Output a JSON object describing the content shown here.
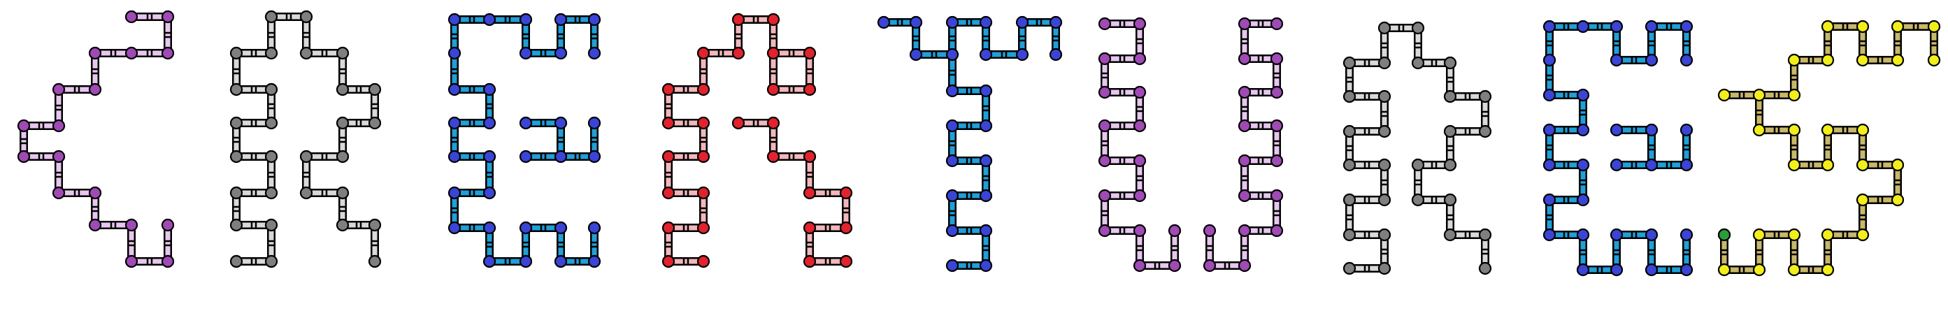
{
  "figure": {
    "background": "#ffffff",
    "panels": [
      {
        "name": "panel-1",
        "bead_color": "#a04ab5",
        "bond_color": "#e7c7ee",
        "points": [
          [
            188,
            24
          ],
          [
            240,
            24
          ],
          [
            240,
            76
          ],
          [
            188,
            76
          ],
          [
            188,
            76
          ],
          [
            136,
            76
          ],
          [
            136,
            128
          ],
          [
            84,
            128
          ],
          [
            84,
            180
          ],
          [
            34,
            180
          ],
          [
            34,
            224
          ],
          [
            84,
            224
          ],
          [
            84,
            276
          ],
          [
            136,
            276
          ],
          [
            136,
            322
          ],
          [
            188,
            322
          ],
          [
            188,
            374
          ],
          [
            240,
            374
          ],
          [
            240,
            322
          ]
        ]
      },
      {
        "name": "panel-2",
        "bead_color": "#7f7f7f",
        "bond_color": "#d9d9d9",
        "points": [
          [
            388,
            24
          ],
          [
            438,
            24
          ],
          [
            438,
            76
          ],
          [
            490,
            76
          ],
          [
            490,
            128
          ],
          [
            536,
            128
          ],
          [
            536,
            176
          ],
          [
            490,
            176
          ],
          [
            490,
            224
          ],
          [
            438,
            224
          ],
          [
            438,
            276
          ],
          [
            490,
            276
          ],
          [
            490,
            322
          ],
          [
            536,
            322
          ],
          [
            536,
            374
          ]
        ],
        "points_b": [
          [
            388,
            24
          ],
          [
            388,
            76
          ],
          [
            338,
            76
          ],
          [
            338,
            128
          ],
          [
            388,
            128
          ],
          [
            388,
            176
          ],
          [
            338,
            176
          ],
          [
            338,
            224
          ],
          [
            388,
            224
          ],
          [
            388,
            276
          ],
          [
            338,
            276
          ],
          [
            338,
            322
          ],
          [
            388,
            322
          ],
          [
            388,
            374
          ],
          [
            338,
            374
          ]
        ]
      },
      {
        "name": "panel-3",
        "bead_color": "#3a45d6",
        "bond_color": "#1fa0d8",
        "points": [
          [
            700,
            28
          ],
          [
            752,
            28
          ],
          [
            752,
            76
          ],
          [
            802,
            76
          ],
          [
            802,
            28
          ],
          [
            850,
            28
          ],
          [
            850,
            76
          ]
        ],
        "points_b": [
          [
            700,
            28
          ],
          [
            650,
            28
          ],
          [
            650,
            76
          ],
          [
            650,
            128
          ],
          [
            700,
            128
          ],
          [
            700,
            176
          ],
          [
            650,
            176
          ],
          [
            650,
            224
          ],
          [
            700,
            224
          ],
          [
            700,
            276
          ],
          [
            650,
            276
          ],
          [
            650,
            326
          ],
          [
            700,
            326
          ],
          [
            700,
            374
          ],
          [
            752,
            374
          ],
          [
            752,
            326
          ],
          [
            802,
            326
          ],
          [
            802,
            374
          ],
          [
            850,
            374
          ],
          [
            850,
            326
          ]
        ],
        "points_c": [
          [
            752,
            176
          ],
          [
            802,
            176
          ],
          [
            802,
            224
          ],
          [
            752,
            224
          ],
          [
            752,
            224
          ],
          [
            802,
            224
          ],
          [
            850,
            224
          ],
          [
            850,
            176
          ]
        ]
      },
      {
        "name": "panel-4",
        "bead_color": "#e0232d",
        "bond_color": "#f2b7bd",
        "points": [
          [
            1056,
            28
          ],
          [
            1106,
            28
          ],
          [
            1106,
            76
          ],
          [
            1158,
            76
          ],
          [
            1158,
            128
          ],
          [
            1106,
            128
          ],
          [
            1106,
            76
          ],
          [
            1106,
            128
          ]
        ],
        "points_b": [
          [
            1056,
            28
          ],
          [
            1056,
            76
          ],
          [
            1006,
            76
          ],
          [
            1006,
            128
          ],
          [
            956,
            128
          ],
          [
            956,
            176
          ],
          [
            1006,
            176
          ],
          [
            1006,
            224
          ],
          [
            956,
            224
          ],
          [
            956,
            276
          ],
          [
            1006,
            276
          ],
          [
            1006,
            326
          ],
          [
            956,
            326
          ],
          [
            956,
            374
          ],
          [
            1006,
            374
          ]
        ],
        "points_c": [
          [
            1056,
            176
          ],
          [
            1106,
            176
          ],
          [
            1106,
            224
          ],
          [
            1158,
            224
          ],
          [
            1158,
            276
          ],
          [
            1210,
            276
          ],
          [
            1210,
            326
          ],
          [
            1158,
            326
          ],
          [
            1158,
            374
          ],
          [
            1210,
            374
          ]
        ]
      },
      {
        "name": "panel-5",
        "bead_color": "#3a45d6",
        "bond_color": "#1fa0d8",
        "points": [
          [
            1264,
            32
          ],
          [
            1310,
            32
          ],
          [
            1310,
            78
          ],
          [
            1362,
            78
          ],
          [
            1362,
            32
          ],
          [
            1410,
            32
          ],
          [
            1410,
            78
          ],
          [
            1462,
            78
          ],
          [
            1462,
            32
          ],
          [
            1510,
            32
          ],
          [
            1510,
            78
          ]
        ],
        "points_b": [
          [
            1362,
            78
          ],
          [
            1362,
            130
          ],
          [
            1410,
            130
          ],
          [
            1410,
            180
          ],
          [
            1362,
            180
          ],
          [
            1362,
            230
          ],
          [
            1410,
            230
          ],
          [
            1410,
            280
          ],
          [
            1362,
            280
          ],
          [
            1362,
            330
          ],
          [
            1410,
            330
          ],
          [
            1410,
            380
          ],
          [
            1362,
            380
          ]
        ]
      },
      {
        "name": "panel-6",
        "bead_color": "#a04ab5",
        "bond_color": "#e7c7ee",
        "points": [
          [
            1580,
            34
          ],
          [
            1630,
            34
          ],
          [
            1630,
            84
          ],
          [
            1580,
            84
          ],
          [
            1580,
            132
          ],
          [
            1630,
            132
          ],
          [
            1630,
            180
          ],
          [
            1580,
            180
          ],
          [
            1580,
            230
          ],
          [
            1630,
            230
          ],
          [
            1630,
            280
          ],
          [
            1580,
            280
          ],
          [
            1580,
            330
          ],
          [
            1630,
            330
          ],
          [
            1630,
            380
          ],
          [
            1680,
            380
          ],
          [
            1680,
            330
          ]
        ],
        "points_b": [
          [
            1826,
            34
          ],
          [
            1780,
            34
          ],
          [
            1780,
            84
          ],
          [
            1826,
            84
          ],
          [
            1826,
            132
          ],
          [
            1780,
            132
          ],
          [
            1780,
            180
          ],
          [
            1826,
            180
          ],
          [
            1826,
            230
          ],
          [
            1780,
            230
          ],
          [
            1780,
            280
          ],
          [
            1826,
            280
          ],
          [
            1826,
            330
          ],
          [
            1780,
            330
          ],
          [
            1780,
            380
          ],
          [
            1730,
            380
          ],
          [
            1730,
            330
          ]
        ]
      },
      {
        "name": "panel-7",
        "bead_color": "#7f7f7f",
        "bond_color": "#d9d9d9",
        "points": [
          [
            1980,
            40
          ],
          [
            2028,
            40
          ],
          [
            2028,
            90
          ],
          [
            2074,
            90
          ],
          [
            2074,
            138
          ],
          [
            2124,
            138
          ],
          [
            2124,
            188
          ],
          [
            2074,
            188
          ],
          [
            2074,
            236
          ],
          [
            2028,
            236
          ],
          [
            2028,
            286
          ],
          [
            2074,
            286
          ],
          [
            2074,
            336
          ],
          [
            2124,
            336
          ],
          [
            2124,
            384
          ]
        ],
        "points_b": [
          [
            1980,
            40
          ],
          [
            1980,
            90
          ],
          [
            1930,
            90
          ],
          [
            1930,
            138
          ],
          [
            1980,
            138
          ],
          [
            1980,
            188
          ],
          [
            1930,
            188
          ],
          [
            1930,
            236
          ],
          [
            1980,
            236
          ],
          [
            1980,
            286
          ],
          [
            1930,
            286
          ],
          [
            1930,
            336
          ],
          [
            1980,
            336
          ],
          [
            1980,
            384
          ],
          [
            1930,
            384
          ]
        ]
      },
      {
        "name": "panel-8",
        "bead_color": "#3a45d6",
        "bond_color": "#1fa0d8",
        "points": [
          [
            2264,
            38
          ],
          [
            2312,
            38
          ],
          [
            2312,
            86
          ],
          [
            2362,
            86
          ],
          [
            2362,
            38
          ],
          [
            2412,
            38
          ],
          [
            2412,
            86
          ]
        ],
        "points_b": [
          [
            2264,
            38
          ],
          [
            2216,
            38
          ],
          [
            2216,
            86
          ],
          [
            2216,
            136
          ],
          [
            2264,
            136
          ],
          [
            2264,
            186
          ],
          [
            2216,
            186
          ],
          [
            2216,
            236
          ],
          [
            2264,
            236
          ],
          [
            2264,
            286
          ],
          [
            2216,
            286
          ],
          [
            2216,
            336
          ],
          [
            2264,
            336
          ],
          [
            2264,
            386
          ],
          [
            2312,
            386
          ],
          [
            2312,
            336
          ],
          [
            2362,
            336
          ],
          [
            2362,
            386
          ],
          [
            2412,
            386
          ],
          [
            2412,
            336
          ]
        ],
        "points_c": [
          [
            2312,
            186
          ],
          [
            2362,
            186
          ],
          [
            2362,
            236
          ],
          [
            2312,
            236
          ],
          [
            2312,
            236
          ],
          [
            2362,
            236
          ],
          [
            2412,
            236
          ],
          [
            2412,
            186
          ]
        ]
      },
      {
        "name": "panel-9",
        "bead_color": "#f2ee1c",
        "bond_color": "#c9b86a",
        "start_color": "#2c9b3a",
        "points": [
          [
            2466,
            336
          ],
          [
            2466,
            386
          ],
          [
            2516,
            386
          ],
          [
            2516,
            336
          ],
          [
            2566,
            336
          ],
          [
            2566,
            386
          ],
          [
            2614,
            386
          ],
          [
            2614,
            336
          ],
          [
            2664,
            336
          ],
          [
            2664,
            286
          ],
          [
            2714,
            286
          ],
          [
            2714,
            236
          ],
          [
            2664,
            236
          ],
          [
            2664,
            186
          ],
          [
            2614,
            186
          ],
          [
            2614,
            236
          ],
          [
            2566,
            236
          ],
          [
            2566,
            186
          ],
          [
            2516,
            186
          ],
          [
            2516,
            136
          ],
          [
            2566,
            136
          ],
          [
            2566,
            86
          ],
          [
            2614,
            86
          ],
          [
            2614,
            38
          ],
          [
            2664,
            38
          ],
          [
            2664,
            86
          ],
          [
            2714,
            86
          ],
          [
            2714,
            38
          ],
          [
            2766,
            38
          ],
          [
            2766,
            86
          ]
        ],
        "points_b": [
          [
            2516,
            136
          ],
          [
            2466,
            136
          ]
        ]
      }
    ]
  }
}
